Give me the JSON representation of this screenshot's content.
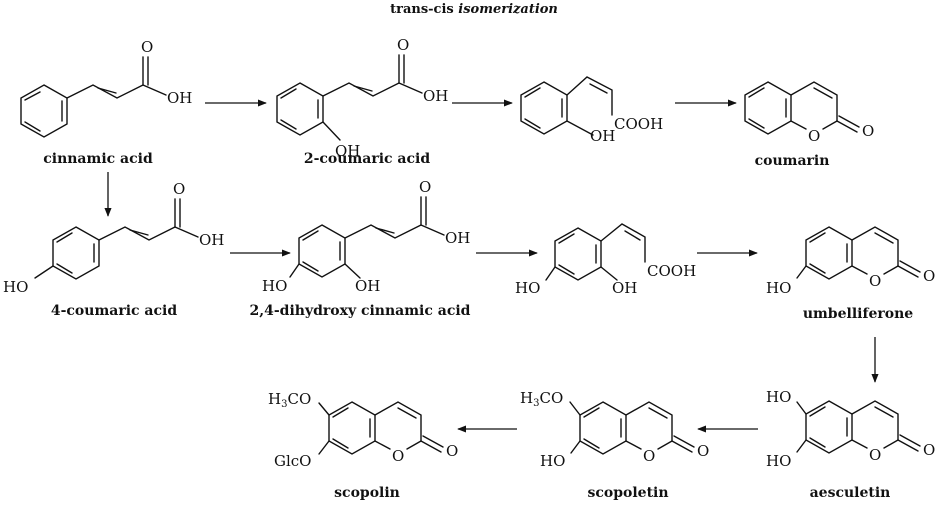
{
  "header": {
    "plain": "trans-cis",
    "italic": "isomerization"
  },
  "compounds": {
    "cinnamic_acid": "cinnamic acid",
    "coumaric_2": "2-coumaric acid",
    "coumarin": "coumarin",
    "coumaric_4": "4-coumaric acid",
    "dihydroxy": "2,4-dihydroxy cinnamic acid",
    "umbelliferone": "umbelliferone",
    "aesculetin": "aesculetin",
    "scopoletin": "scopoletin",
    "scopolin": "scopolin"
  },
  "atoms": {
    "o": "O",
    "oh": "OH",
    "ho": "HO",
    "cooh": "COOH",
    "h3co": "H3CO",
    "glco": "GlcO"
  }
}
